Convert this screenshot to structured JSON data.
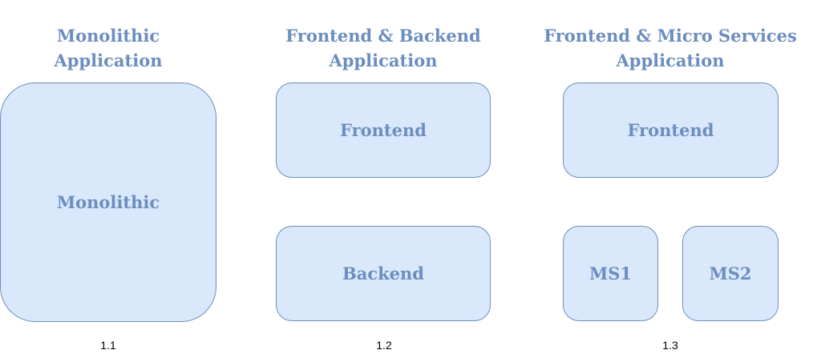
{
  "columns": [
    {
      "title_lines": [
        "Monolithic",
        "Application"
      ],
      "caption": "1.1",
      "boxes": [
        "Monolithic"
      ]
    },
    {
      "title_lines": [
        "Frontend & Backend",
        "Application"
      ],
      "caption": "1.2",
      "boxes": [
        "Frontend",
        "Backend"
      ]
    },
    {
      "title_lines": [
        "Frontend & Micro Services",
        "Application"
      ],
      "caption": "1.3",
      "boxes": [
        "Frontend",
        "MS1",
        "MS2"
      ]
    }
  ],
  "colors": {
    "fill": "#DAE8FC",
    "stroke": "#6C8EBF",
    "text": "#6C8EBF"
  }
}
